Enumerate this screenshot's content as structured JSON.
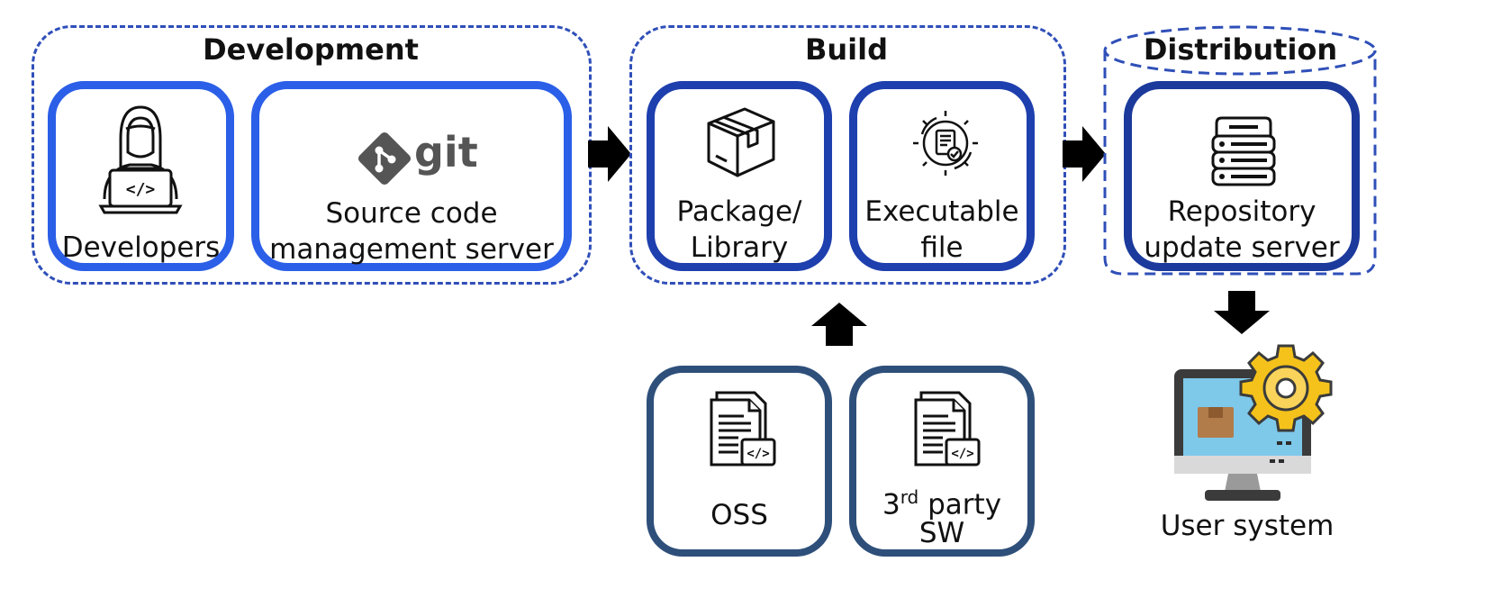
{
  "groups": {
    "development": {
      "title": "Development"
    },
    "build": {
      "title": "Build"
    },
    "distribution": {
      "title": "Distribution"
    }
  },
  "nodes": {
    "developers": {
      "label": "Developers",
      "icon": "developer-laptop-icon"
    },
    "git": {
      "logo_text": "git",
      "line1": "Source code",
      "line2": "management server",
      "icon": "git-logo-icon"
    },
    "package": {
      "line1": "Package/",
      "line2": "Library",
      "icon": "package-box-icon"
    },
    "executable": {
      "line1": "Executable",
      "line2": "file",
      "icon": "gear-document-icon"
    },
    "repository": {
      "line1": "Repository",
      "line2": "update server",
      "icon": "server-stack-icon"
    },
    "oss": {
      "label": "OSS",
      "icon": "code-document-icon"
    },
    "third_party": {
      "prefix": "3",
      "sup": "rd",
      "suffix": " party",
      "line2": "SW",
      "icon": "code-document-icon"
    },
    "user_system": {
      "label": "User system",
      "icon": "monitor-gear-icon"
    }
  },
  "colors": {
    "dashed_border": "#2f4fb8",
    "dev_border": "#2b5fe8",
    "build_border": "#1e3fae",
    "input_border": "#2e4f7a",
    "arrow": "#000000",
    "git_logo": "#555555",
    "gear_yellow": "#f5c21b",
    "screen_blue": "#7ec8ea"
  }
}
